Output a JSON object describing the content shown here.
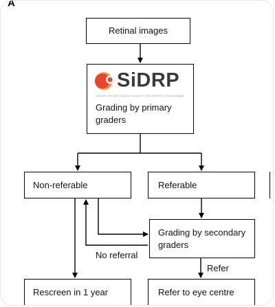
{
  "panel_label": "A",
  "nodes": {
    "retinal_images": "Retinal images",
    "logo_text": "SiDRP",
    "logo_subtitle": "SINGAPORE INTEGRATED DIABETIC RETINOPATHY PROGRAMME",
    "primary_line1": "Grading by primary",
    "primary_line2": "graders",
    "non_referable": "Non-referable",
    "referable": "Referable",
    "secondary_line1": "Grading by secondary",
    "secondary_line2": "graders",
    "rescreen": "Rescreen in 1 year",
    "refer_eye": "Refer to eye centre"
  },
  "edges": {
    "no_referral": "No referral",
    "refer": "Refer"
  },
  "colors": {
    "logo_red": "#e8452c",
    "logo_orange": "#f7a24b",
    "line": "#000000"
  }
}
